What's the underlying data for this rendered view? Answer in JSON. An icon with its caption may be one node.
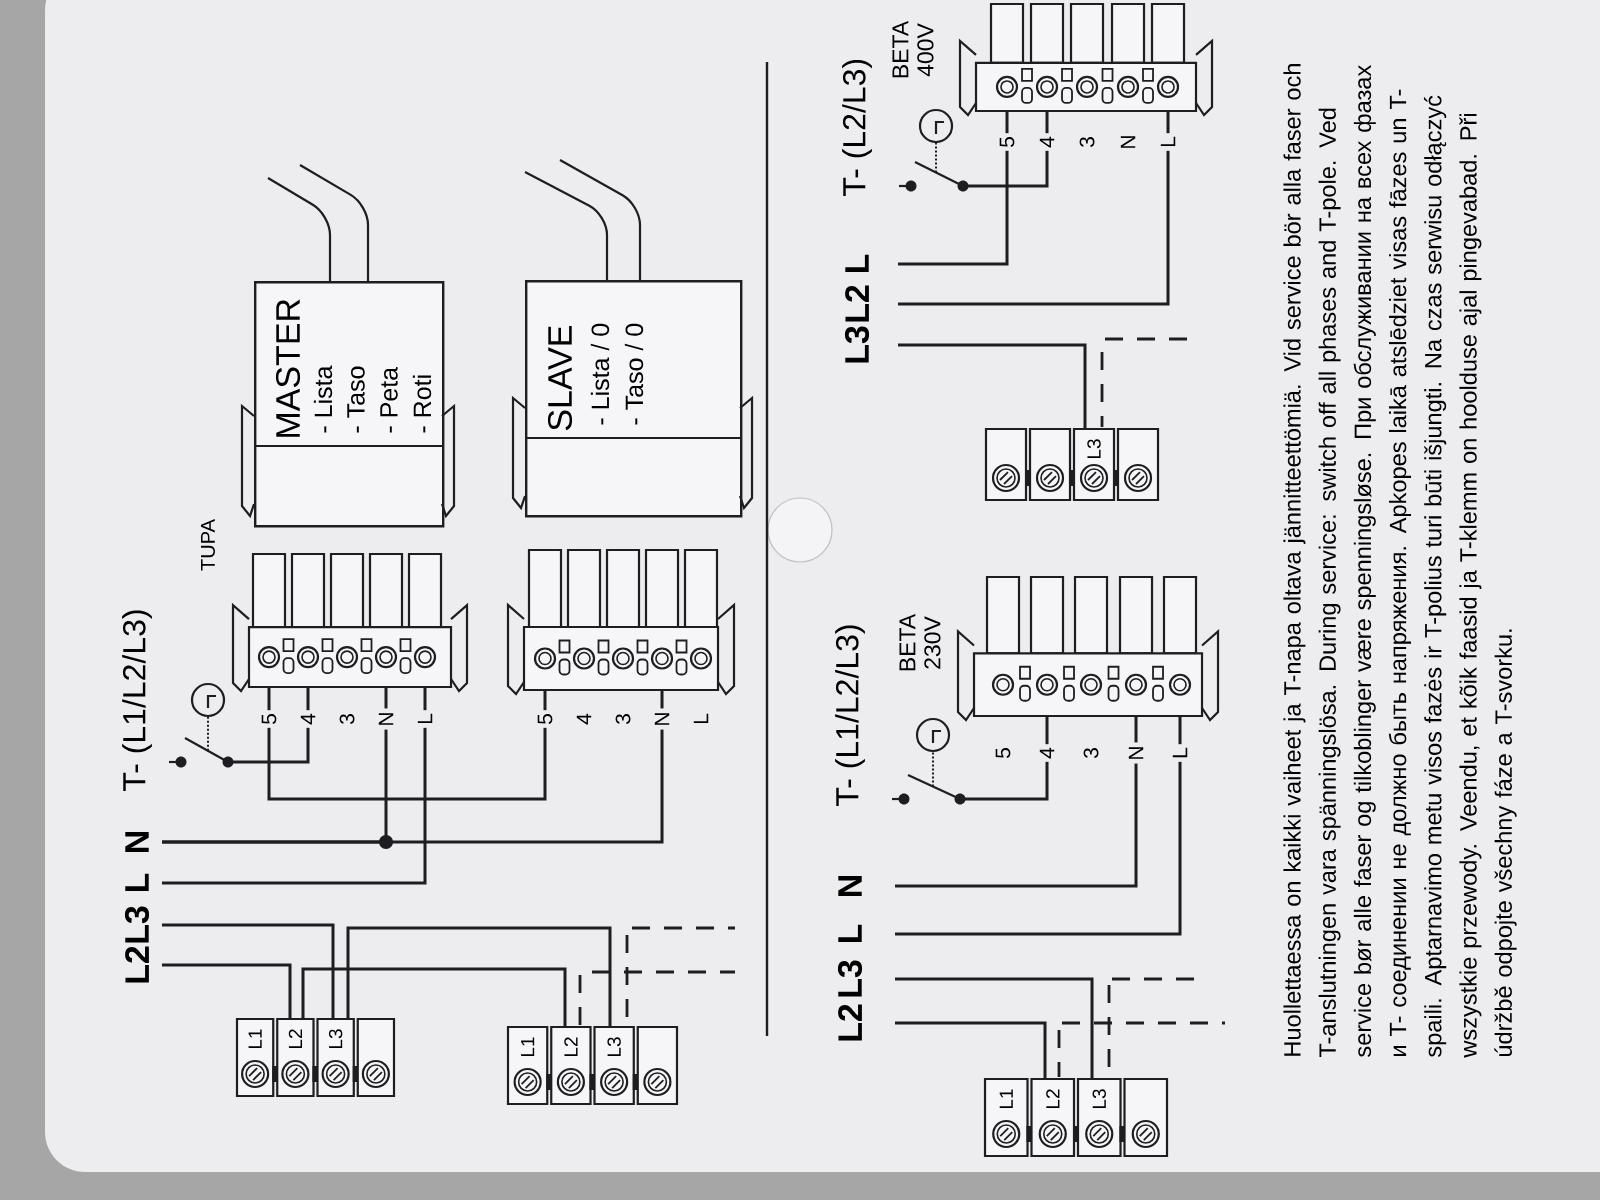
{
  "diagram": {
    "nodes": [
      {
        "text": [
          "L1",
          "L2",
          "L3"
        ]
      },
      {
        "text": [
          "L1",
          "L2",
          "L3"
        ]
      },
      {
        "text": [
          "MASTER",
          "- Lista",
          "- Taso",
          "- Peta",
          "- Roti"
        ]
      },
      {
        "text": [
          "SLAVE",
          "- Lista / 0",
          "- Taso / 0"
        ]
      },
      {
        "text": [
          "TUPA"
        ]
      },
      {
        "text": [],
        "shape": "box"
      },
      {
        "text": [
          "BETA 230V"
        ]
      },
      {
        "text": [
          "BETA 400V"
        ]
      },
      {
        "text": [
          "L1",
          "L2",
          "L3"
        ]
      },
      {
        "text": [
          "L3"
        ]
      }
    ],
    "edges": [
      {
        "from": null,
        "to": 0,
        "arrow": "none"
      },
      {
        "from": null,
        "to": 0,
        "arrow": "none"
      },
      {
        "from": 0,
        "to": 1,
        "arrow": "none"
      },
      {
        "from": 0,
        "to": 1,
        "arrow": "none"
      },
      {
        "from": null,
        "to": 4,
        "arrow": "none"
      },
      {
        "from": null,
        "to": 4,
        "arrow": "none"
      },
      {
        "from": null,
        "to": 5,
        "arrow": "none"
      },
      {
        "from": 4,
        "to": 5,
        "arrow": "none"
      },
      {
        "from": null,
        "to": 8,
        "arrow": "none"
      },
      {
        "from": null,
        "to": 8,
        "arrow": "none"
      },
      {
        "from": null,
        "to": 6,
        "arrow": "none"
      },
      {
        "from": null,
        "to": 6,
        "arrow": "none"
      },
      {
        "from": null,
        "to": 9,
        "arrow": "none"
      },
      {
        "from": null,
        "to": 7,
        "arrow": "none"
      },
      {
        "from": null,
        "to": 7,
        "arrow": "none"
      }
    ],
    "labels": [
      "L2",
      "L3",
      "L",
      "N",
      "T- (L1/L2/L3)",
      "5",
      "4",
      "3",
      "N",
      "L",
      "5",
      "4",
      "3",
      "N",
      "L",
      "L3",
      "L2",
      "L",
      "T- (L2/L3)",
      "5",
      "4",
      "3",
      "N",
      "L",
      "L2",
      "L3",
      "L",
      "N",
      "T- (L1/L2/L3)",
      "5",
      "4",
      "3",
      "N",
      "L",
      "Huollettaessa on kaikki vaiheet ja T-napa oltava jännitteettömiä. Vid service bör alla faser och T-anslutningen vara spänningslösa. During service: switch off all phases and T-pole. Ved service bør alle faser og tilkoblinger være spenningsløse. При обслуживании на всех фазах и T- соединении не должно быть напряжения. Apkopes laikā atslēdziet visas fāzes un T- spaili. Aptarnavimo metu visos fazės ir T-polius turi būti išjungti. Na czas serwisu odłączyć wszystkie przewody. Veendu, et kõik faasid ja T-klemm on hoolduse ajal pingevabad. Při údržbě odpojte všechny fáze a T-svorku."
    ]
  }
}
